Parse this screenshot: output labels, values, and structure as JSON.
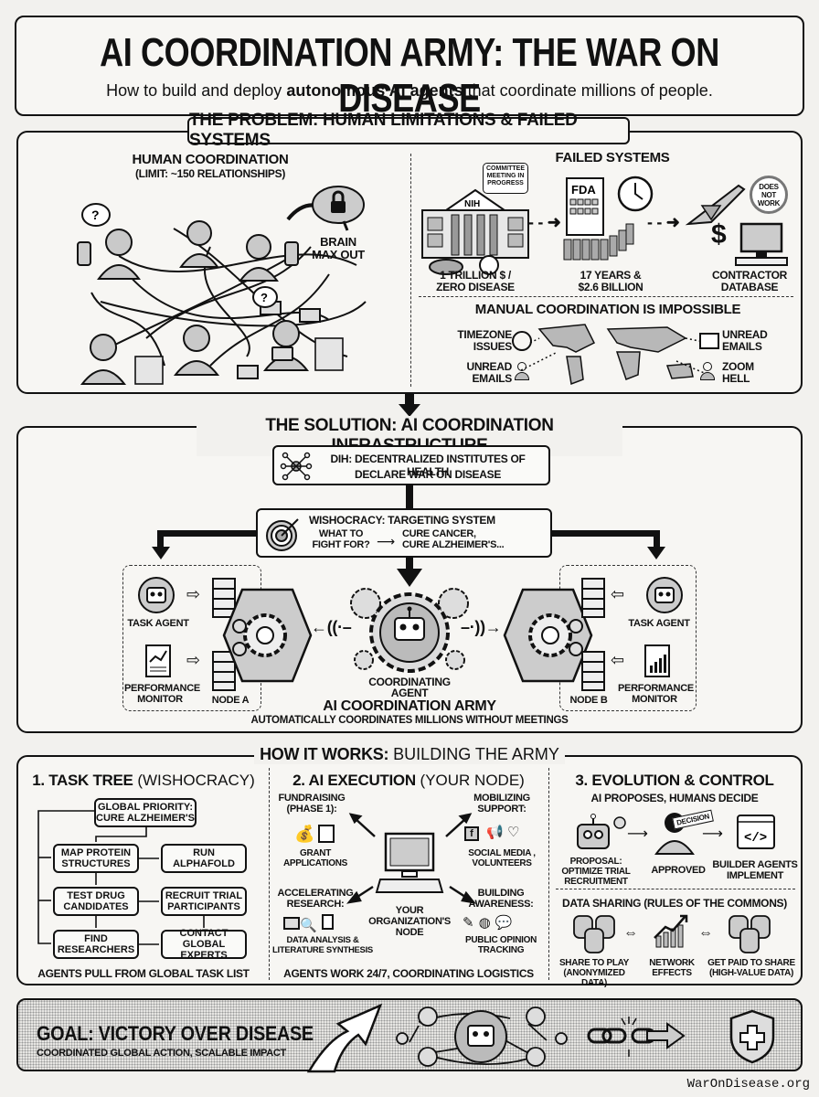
{
  "header": {
    "title": "AI COORDINATION ARMY: THE WAR ON DISEASE",
    "subtitle_pre": "How to build and deploy ",
    "subtitle_bold": "autonomous AI agents",
    "subtitle_post": " that coordinate millions of people."
  },
  "problem": {
    "title": "THE PROBLEM: HUMAN LIMITATIONS & FAILED SYSTEMS",
    "human": {
      "title": "HUMAN COORDINATION",
      "subtitle": "(LIMIT: ~150 RELATIONSHIPS)",
      "brain_label_1": "BRAIN",
      "brain_label_2": "MAX OUT"
    },
    "failed": {
      "title": "FAILED SYSTEMS",
      "nih_label": "NIH",
      "nih_bubble": "COMMITTEE MEETING IN PROGRESS",
      "nih_caption_1": "1 TRILLION $ /",
      "nih_caption_2": "ZERO DISEASE",
      "fda_label": "FDA",
      "fda_caption_1": "17 YEARS &",
      "fda_caption_2": "$2.6 BILLION",
      "stamp": "DOES NOT WORK",
      "contractor_caption_1": "CONTRACTOR",
      "contractor_caption_2": "DATABASE"
    },
    "manual": {
      "title": "MANUAL COORDINATION IS IMPOSSIBLE",
      "items": [
        {
          "line1": "TIMEZONE",
          "line2": "ISSUES",
          "icon": "clock-icon"
        },
        {
          "line1": "UNREAD",
          "line2": "EMAILS",
          "icon": "person-icon"
        },
        {
          "line1": "UNREAD",
          "line2": "EMAILS",
          "icon": "envelope-icon"
        },
        {
          "line1": "ZOOM",
          "line2": "HELL",
          "icon": "person-icon"
        }
      ]
    }
  },
  "solution": {
    "title": "THE SOLUTION: AI COORDINATION INFRASTRUCTURE",
    "dih_line1": "DIH: DECENTRALIZED INSTITUTES OF HEALTH",
    "dih_line2": "DECLARE WAR ON DISEASE",
    "wish_title": "WISHOCRACY: TARGETING SYSTEM",
    "wish_q1": "WHAT TO",
    "wish_q2": "FIGHT FOR?",
    "wish_a1": "CURE CANCER,",
    "wish_a2": "CURE ALZHEIMER'S...",
    "left": {
      "task_agent": "TASK AGENT",
      "monitor_1": "PERFORMANCE",
      "monitor_2": "MONITOR",
      "node": "NODE A"
    },
    "right": {
      "task_agent": "TASK AGENT",
      "monitor_1": "PERFORMANCE",
      "monitor_2": "MONITOR",
      "node": "NODE B"
    },
    "coord_1": "COORDINATING",
    "coord_2": "AGENT",
    "army_title": "AI COORDINATION ARMY",
    "army_sub": "AUTOMATICALLY COORDINATES MILLIONS WITHOUT MEETINGS"
  },
  "how": {
    "title_bold": "HOW IT WORKS:",
    "title_rest": " BUILDING THE ARMY",
    "col1": {
      "title_bold": "1. TASK TREE",
      "title_rest": " (WISHOCRACY)",
      "root_1": "GLOBAL PRIORITY:",
      "root_2": "CURE ALZHEIMER'S",
      "nodes": [
        {
          "l1": "MAP PROTEIN",
          "l2": "STRUCTURES"
        },
        {
          "l1": "RUN ALPHAFOLD",
          "l2": ""
        },
        {
          "l1": "TEST DRUG",
          "l2": "CANDIDATES"
        },
        {
          "l1": "RECRUIT TRIAL",
          "l2": "PARTICIPANTS"
        },
        {
          "l1": "FIND",
          "l2": "RESEARCHERS"
        },
        {
          "l1": "CONTACT",
          "l2": "GLOBAL EXPERTS"
        }
      ],
      "footer": "AGENTS PULL FROM GLOBAL TASK LIST"
    },
    "col2": {
      "title_bold": "2. AI EXECUTION",
      "title_rest": " (YOUR NODE)",
      "fund_1": "FUNDRAISING",
      "fund_2": "(PHASE 1):",
      "fund_cap_1": "GRANT",
      "fund_cap_2": "APPLICATIONS",
      "mob_1": "MOBILIZING",
      "mob_2": "SUPPORT:",
      "mob_cap_1": "SOCIAL MEDIA ,",
      "mob_cap_2": "VOLUNTEERS",
      "acc_1": "ACCELERATING",
      "acc_2": "RESEARCH:",
      "acc_cap_1": "DATA ANALYSIS &",
      "acc_cap_2": "LITERATURE SYNTHESIS",
      "aware_1": "BUILDING",
      "aware_2": "AWARENESS:",
      "aware_cap_1": "PUBLIC OPINION",
      "aware_cap_2": "TRACKING",
      "node_1": "YOUR",
      "node_2": "ORGANIZATION'S",
      "node_3": "NODE",
      "footer": "AGENTS WORK 24/7, COORDINATING LOGISTICS"
    },
    "col3": {
      "title": "3. EVOLUTION & CONTROL",
      "subtitle": "AI PROPOSES, HUMANS DECIDE",
      "proposal_1": "PROPOSAL:",
      "proposal_2": "OPTIMIZE TRIAL",
      "proposal_3": "RECRUITMENT",
      "decision_tag": "DECISION",
      "approved": "APPROVED",
      "builder_1": "BUILDER AGENTS",
      "builder_2": "IMPLEMENT",
      "sharing_title": "DATA SHARING (RULES OF THE COMMONS)",
      "share_1": "SHARE TO PLAY",
      "share_2": "(ANONYMIZED DATA)",
      "network_1": "NETWORK",
      "network_2": "EFFECTS",
      "paid_1": "GET PAID TO SHARE",
      "paid_2": "(HIGH-VALUE DATA)"
    }
  },
  "goal": {
    "title": "GOAL: VICTORY OVER DISEASE",
    "subtitle": "COORDINATED GLOBAL ACTION, SCALABLE IMPACT"
  },
  "footer": {
    "site": "WarOnDisease.org"
  }
}
